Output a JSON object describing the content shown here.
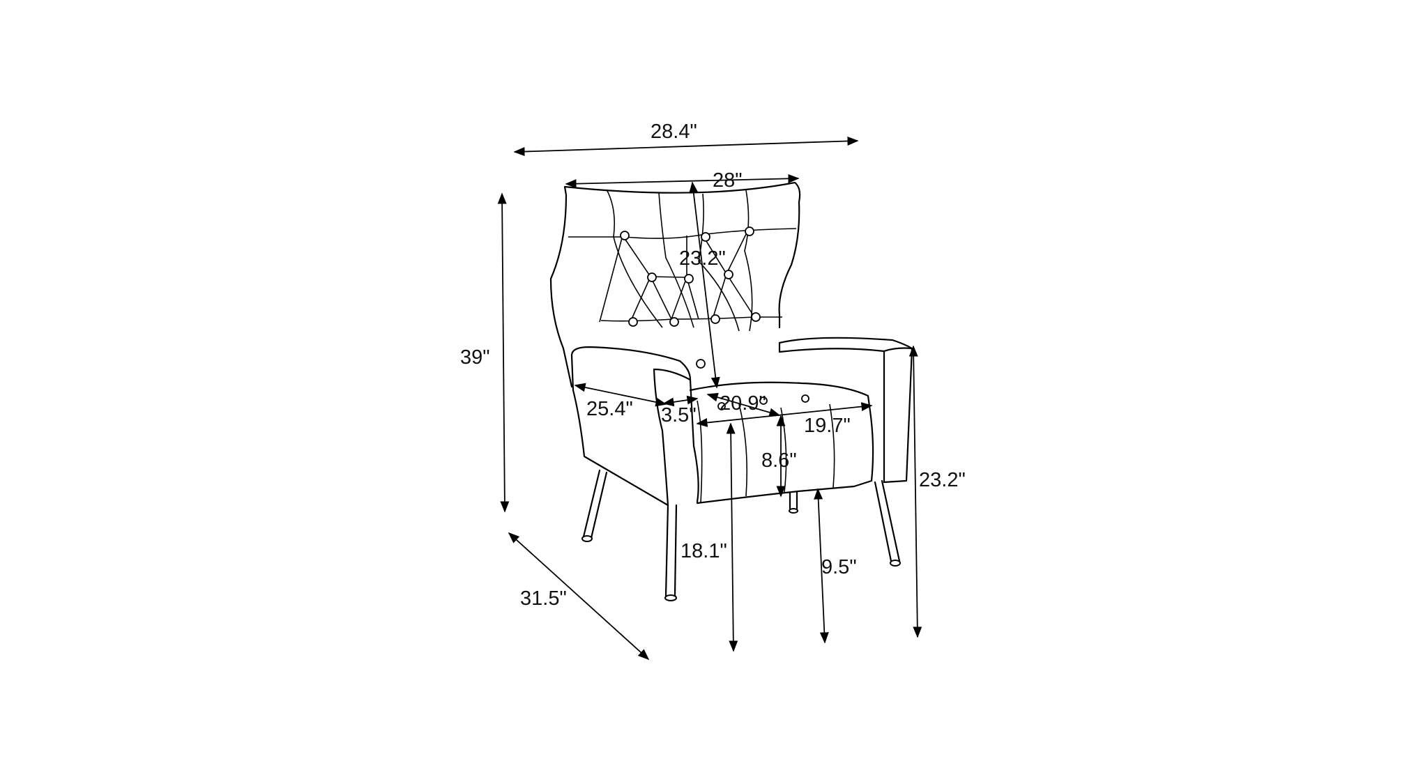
{
  "dimensions": {
    "overall_width": "28.4\"",
    "back_width": "28\"",
    "back_height": "23.2\"",
    "total_height": "39\"",
    "seat_depth": "25.4\"",
    "arm_width": "3.5\"",
    "seat_width_front": "20.9\"",
    "seat_width_inner": "19.7\"",
    "seat_cushion_height": "8.6\"",
    "arm_height": "23.2\"",
    "seat_height": "18.1\"",
    "leg_height": "9.5\"",
    "overall_depth": "31.5\""
  },
  "colors": {
    "line": "#000000",
    "background": "#ffffff"
  }
}
